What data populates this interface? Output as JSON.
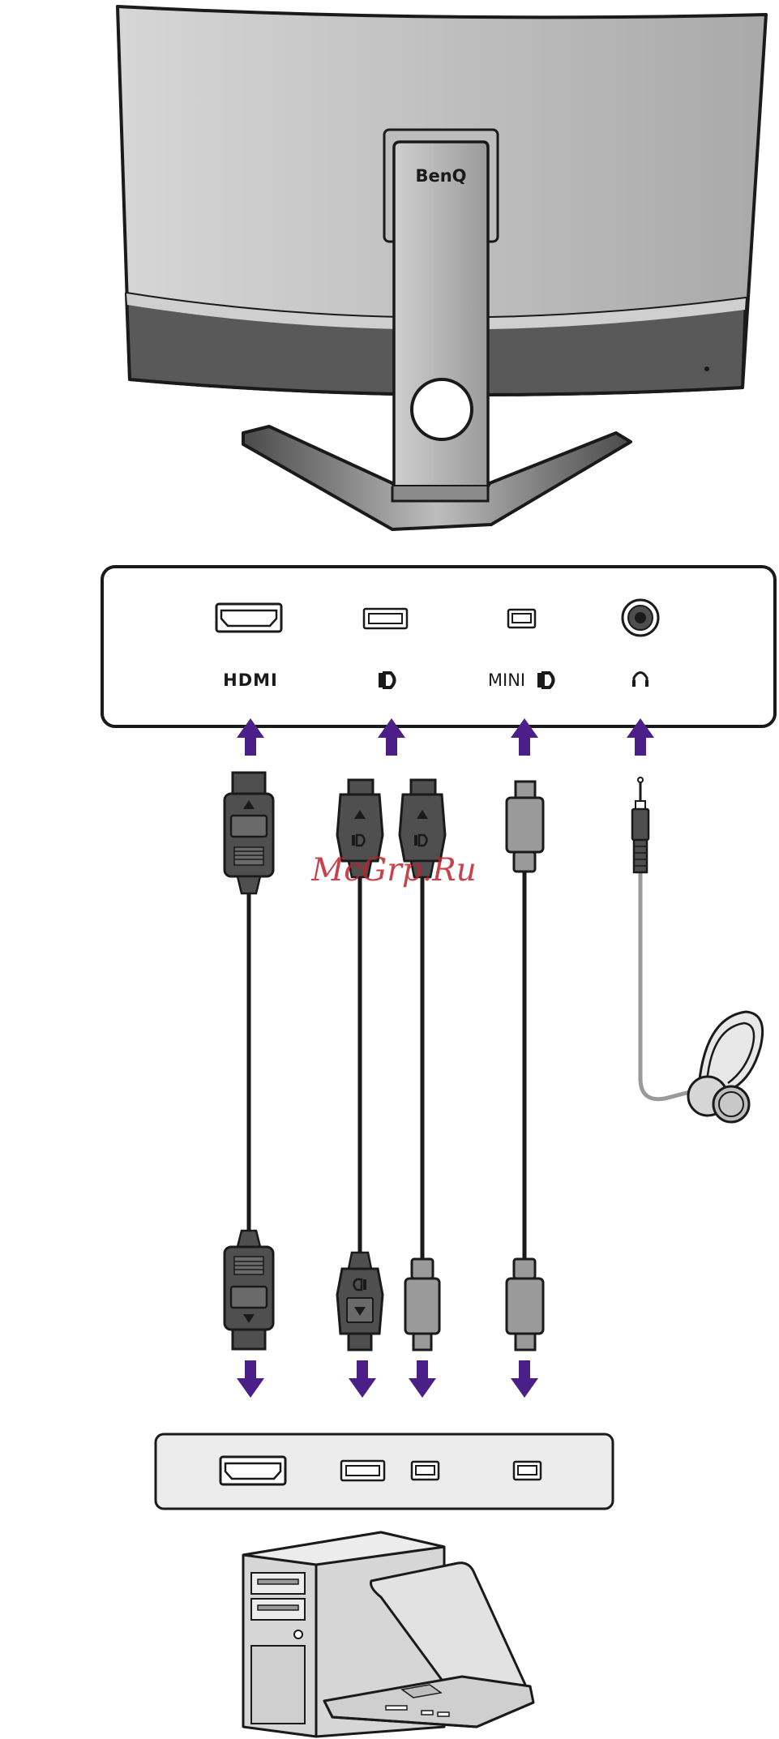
{
  "monitor": {
    "brand": "BenQ"
  },
  "io_panel": {
    "ports": [
      {
        "id": "hdmi",
        "label": "HDMI",
        "icon": "hdmi-port-icon"
      },
      {
        "id": "dp",
        "label": "D",
        "icon": "displayport-port-icon"
      },
      {
        "id": "mini_dp",
        "label": "MINI D",
        "icon": "mini-displayport-port-icon"
      },
      {
        "id": "headphone",
        "label": "",
        "icon": "headphone-icon"
      }
    ]
  },
  "watermark": "McGrp.Ru",
  "colors": {
    "arrow": "#4b1f87",
    "connector": "#4f4f4f",
    "cable": "#1a1a1a",
    "headphone_cable": "#9a9a9a",
    "monitor_body": "#bdbdbd",
    "monitor_dark": "#595959"
  },
  "computer": {
    "ports": [
      {
        "id": "hdmi",
        "icon": "hdmi-port-icon"
      },
      {
        "id": "dp",
        "icon": "displayport-port-icon"
      },
      {
        "id": "mini_dp_a",
        "icon": "mini-displayport-port-icon"
      },
      {
        "id": "mini_dp_b",
        "icon": "mini-displayport-port-icon"
      }
    ],
    "devices": [
      "desktop-tower-icon",
      "laptop-icon"
    ]
  }
}
